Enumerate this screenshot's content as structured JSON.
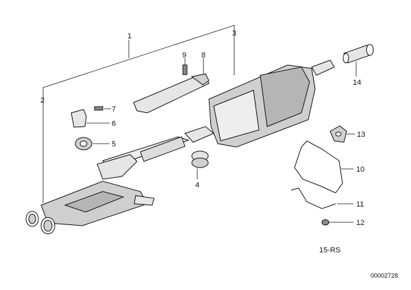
{
  "diagram": {
    "callouts": {
      "c1": "1",
      "c2": "2",
      "c3": "3",
      "c4": "4",
      "c5": "5",
      "c6": "6",
      "c7": "7",
      "c8": "8",
      "c9": "9",
      "c10": "10",
      "c11": "11",
      "c12": "12",
      "c13": "13",
      "c14": "14"
    },
    "group_label": "15-RS",
    "drawing_number": "00002728"
  },
  "colors": {
    "line": "#111111",
    "fill_light": "#eeeeee",
    "fill_mid": "#cfcfcf",
    "fill_dark": "#8a8a8a"
  }
}
